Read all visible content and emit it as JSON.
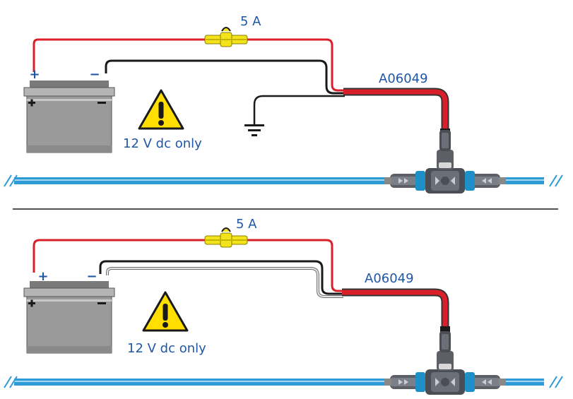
{
  "panels": [
    {
      "id": "top",
      "fuse_label": "5 A",
      "cable_label": "A06049",
      "warning_text": "12 V dc only",
      "positive_sign": "+",
      "negative_sign": "−",
      "grounded": true
    },
    {
      "id": "bottom",
      "fuse_label": "5 A",
      "cable_label": "A06049",
      "warning_text": "12 V dc only",
      "positive_sign": "+",
      "negative_sign": "−",
      "grounded": false
    }
  ],
  "colors": {
    "positive_wire": "#d9202a",
    "negative_wire": "#1a1a1a",
    "drain_wire": "#cfcfcf",
    "fuse": "#f3e31b",
    "backbone": "#2e9bd6",
    "label_blue": "#1f56a6",
    "battery_body": "#9a9a9a",
    "warning_yellow": "#ffde00",
    "connector_blue": "#1f8fc7"
  }
}
